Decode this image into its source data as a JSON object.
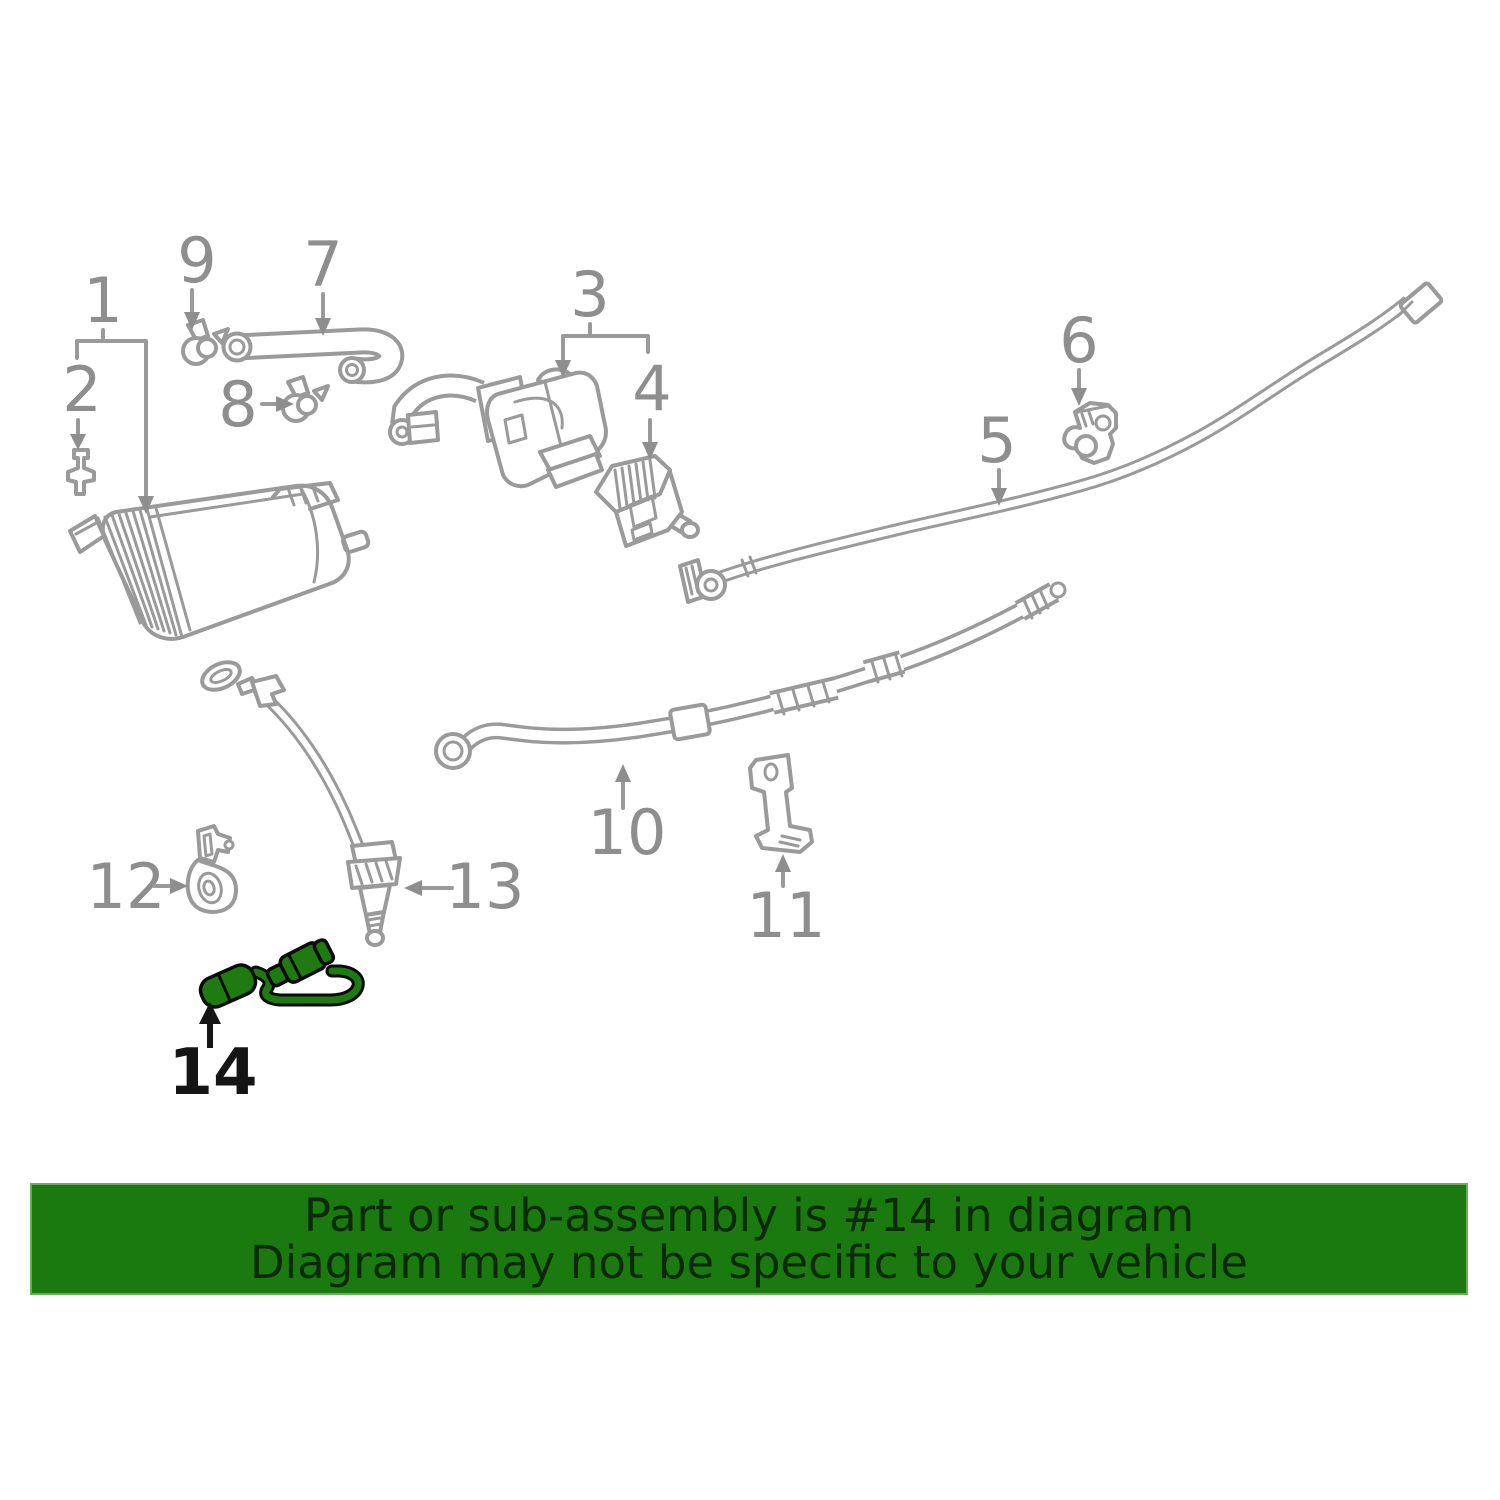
{
  "diagram": {
    "type": "vehicle-emission-parts-diagram",
    "highlighted_part": "14",
    "labels": [
      {
        "num": "1"
      },
      {
        "num": "2"
      },
      {
        "num": "3"
      },
      {
        "num": "4"
      },
      {
        "num": "5"
      },
      {
        "num": "6"
      },
      {
        "num": "7"
      },
      {
        "num": "8"
      },
      {
        "num": "9"
      },
      {
        "num": "10"
      },
      {
        "num": "11"
      },
      {
        "num": "12"
      },
      {
        "num": "13"
      },
      {
        "num": "14"
      }
    ],
    "colors": {
      "line_gray": "#9a9a9a",
      "label_gray": "#8e8e8e",
      "highlight_green": "#1f7a12",
      "highlight_outline": "#0b0b0b",
      "label_14_black": "#151515"
    }
  },
  "banner": {
    "line1": "Part or sub-assembly is #14 in diagram",
    "line2": "Diagram may not be specific to your vehicle",
    "background": "#1b7a0f",
    "border": "#6aab5c",
    "text_color": "#0d2a08"
  }
}
